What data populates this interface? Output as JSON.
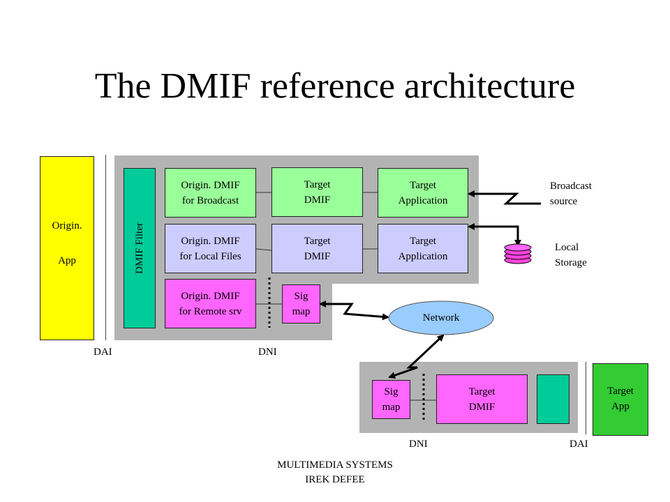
{
  "title": "The DMIF reference architecture",
  "left_app": {
    "line1": "Origin.",
    "line2": "App"
  },
  "filter_label": "DMIF Filter",
  "origin_broadcast": {
    "line1": "Origin. DMIF",
    "line2": "for Broadcast"
  },
  "origin_local": {
    "line1": "Origin. DMIF",
    "line2": "for Local Files"
  },
  "origin_remote": {
    "line1": "Origin. DMIF",
    "line2": "for Remote srv"
  },
  "target_dmif_1": {
    "line1": "Target",
    "line2": "DMIF"
  },
  "target_dmif_2": {
    "line1": "Target",
    "line2": "DMIF"
  },
  "target_app_1": {
    "line1": "Target",
    "line2": "Application"
  },
  "target_app_2": {
    "line1": "Target",
    "line2": "Application"
  },
  "sig_map_1": {
    "line1": "Sig",
    "line2": "map"
  },
  "broadcast_source": {
    "line1": "Broadcast",
    "line2": "source"
  },
  "local_storage": {
    "line1": "Local",
    "line2": "Storage"
  },
  "network": "Network",
  "dai_left": "DAI",
  "dni_left": "DNI",
  "sig_map_2": {
    "line1": "Sig",
    "line2": "map"
  },
  "target_dmif_3": {
    "line1": "Target",
    "line2": "DMIF"
  },
  "right_app": {
    "line1": "Target",
    "line2": "App"
  },
  "dni_right": "DNI",
  "dai_right": "DAI",
  "footer": {
    "line1": "MULTIMEDIA SYSTEMS",
    "line2": "IREK DEFEE"
  },
  "colors": {
    "yellow": "#ffff00",
    "teal": "#00cc99",
    "light_green": "#99ff99",
    "lavender": "#ccccff",
    "magenta": "#ff66ff",
    "green": "#33cc33",
    "panel_gray": "#b3b3b3",
    "network_blue": "#99ccff"
  }
}
